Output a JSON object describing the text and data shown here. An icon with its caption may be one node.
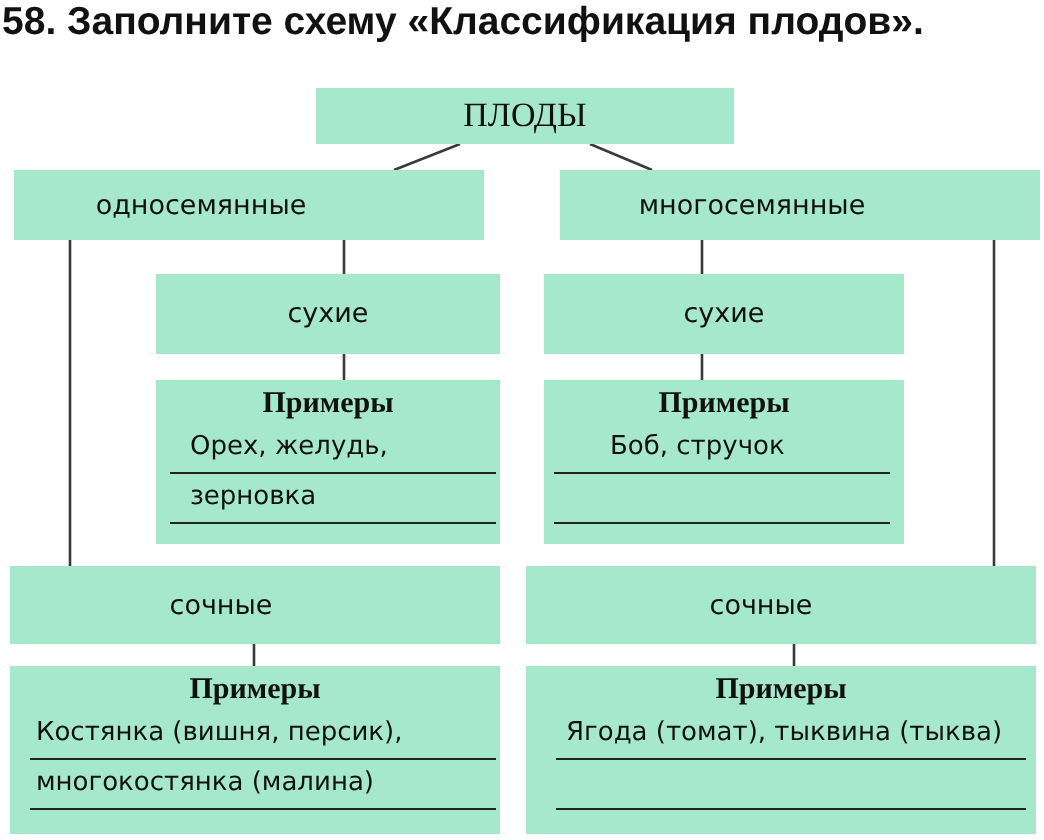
{
  "diagram": {
    "title": "58. Заполните схему «Классификация плодов».",
    "nodes": [
      {
        "text": [
          "ПЛОДЫ"
        ]
      },
      {
        "text": [
          "односемянные"
        ]
      },
      {
        "text": [
          "многосемянные"
        ]
      },
      {
        "text": [
          "сухие"
        ]
      },
      {
        "text": [
          "сухие"
        ]
      },
      {
        "text": [
          "Примеры",
          "Орех, желудь,",
          "зерновка"
        ]
      },
      {
        "text": [
          "Примеры",
          "Боб, стручок"
        ]
      },
      {
        "text": [
          "сочные"
        ]
      },
      {
        "text": [
          "сочные"
        ]
      },
      {
        "text": [
          "Примеры",
          "Костянка (вишня, персик),",
          "многокостянка (малина)"
        ]
      },
      {
        "text": [
          "Примеры",
          "Ягода (томат), тыквина (тыква)"
        ]
      }
    ],
    "edges": [
      {
        "from": 0,
        "to": 1,
        "arrow": "none"
      },
      {
        "from": 0,
        "to": 2,
        "arrow": "none"
      },
      {
        "from": 1,
        "to": 3,
        "arrow": "none"
      },
      {
        "from": 1,
        "to": 7,
        "arrow": "none"
      },
      {
        "from": 2,
        "to": 4,
        "arrow": "none"
      },
      {
        "from": 2,
        "to": 8,
        "arrow": "none"
      },
      {
        "from": 3,
        "to": 5,
        "arrow": "none"
      },
      {
        "from": 4,
        "to": 6,
        "arrow": "none"
      },
      {
        "from": 7,
        "to": 9,
        "arrow": "none"
      },
      {
        "from": 8,
        "to": 10,
        "arrow": "none"
      }
    ]
  }
}
